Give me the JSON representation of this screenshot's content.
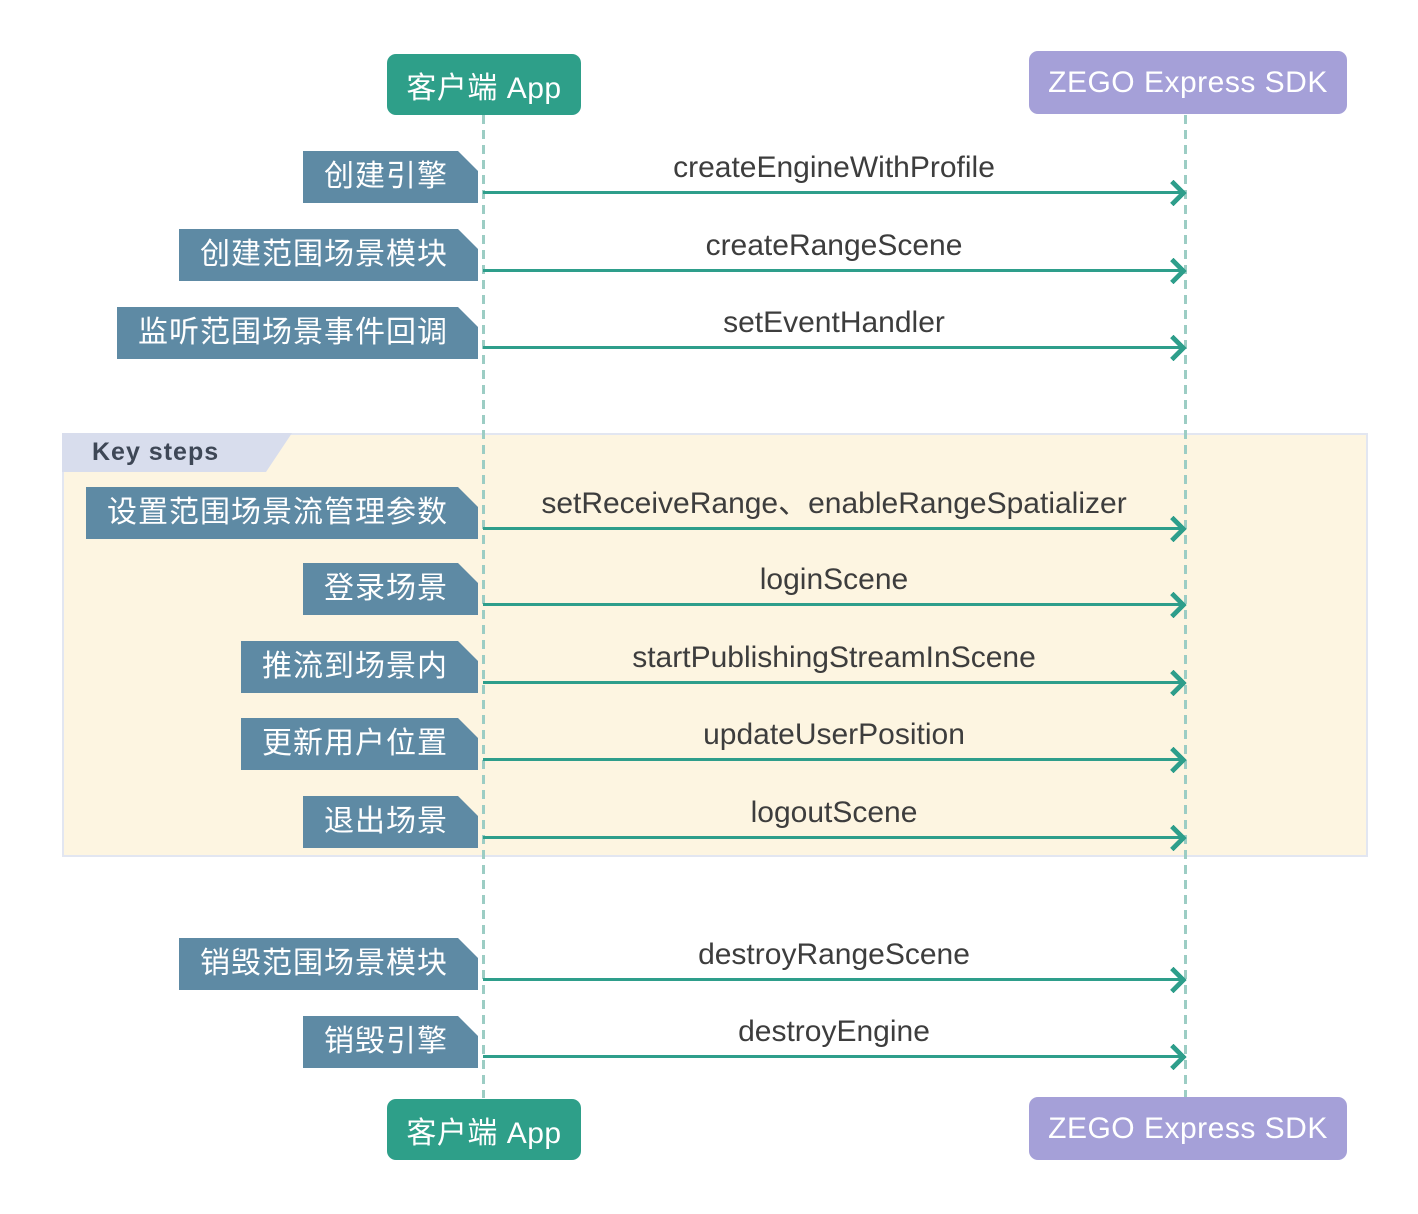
{
  "diagram": {
    "title": "ZEGO Range Scene API sequence diagram",
    "actors": {
      "client": {
        "label": "客户端 App"
      },
      "sdk": {
        "label": "ZEGO Express SDK"
      }
    },
    "key_steps": {
      "label": "Key steps"
    },
    "messages": [
      {
        "step": "创建引擎",
        "method": "createEngineWithProfile",
        "in_key_steps": false
      },
      {
        "step": "创建范围场景模块",
        "method": "createRangeScene",
        "in_key_steps": false
      },
      {
        "step": "监听范围场景事件回调",
        "method": "setEventHandler",
        "in_key_steps": false
      },
      {
        "step": "设置范围场景流管理参数",
        "method": "setReceiveRange、enableRangeSpatializer",
        "in_key_steps": true
      },
      {
        "step": "登录场景",
        "method": "loginScene",
        "in_key_steps": true
      },
      {
        "step": "推流到场景内",
        "method": "startPublishingStreamInScene",
        "in_key_steps": true
      },
      {
        "step": "更新用户位置",
        "method": "updateUserPosition",
        "in_key_steps": true
      },
      {
        "step": "退出场景",
        "method": "logoutScene",
        "in_key_steps": true
      },
      {
        "step": "销毁范围场景模块",
        "method": "destroyRangeScene",
        "in_key_steps": false
      },
      {
        "step": "销毁引擎",
        "method": "destroyEngine",
        "in_key_steps": false
      }
    ],
    "colors": {
      "client_box": "#2E9F89",
      "sdk_box": "#A5A0D8",
      "step_box": "#5E8AA4",
      "arrow": "#2E9E8B",
      "lifeline": "#9CCDC4",
      "key_steps_bg": "#FDF5E1",
      "key_steps_border": "#E2E6F1",
      "key_steps_tab_bg": "#D8DDED",
      "method_text": "#3D3D3D"
    }
  }
}
